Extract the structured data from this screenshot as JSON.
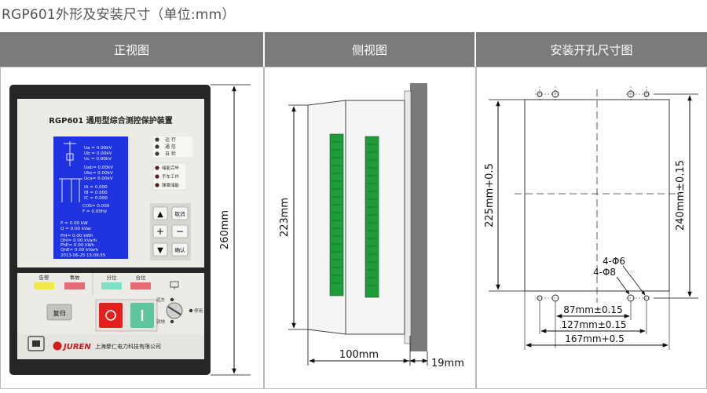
{
  "title": "RGP601外形及安装尺寸（单位:mm）",
  "headers": [
    "正视图",
    "侧视图",
    "安装开孔尺寸图"
  ],
  "front": {
    "device_title": "RGP601 通用型综合测控保护装置",
    "brand": "JUREN",
    "company": "上海聚仁电力科技有限公司",
    "lcd_lines": [
      "Ua = 0.00kV",
      "Ub = 0.00kV",
      "Uc = 0.00kV",
      "Uab= 0.00kV",
      "Ubc= 0.00kV",
      "Uca= 0.00kV",
      "IA = 0.000",
      "IB = 0.000",
      "IC = 0.000",
      "COS= 0.000",
      "F = 0.00Hz",
      "P = 0.00 kW",
      "Q = 0.00 kVar",
      "PhI= 0.00 kWh",
      "QhI= 0.00 kVarh",
      "PhE= 0.00 kWh",
      "QhE= 0.00 kVarh"
    ],
    "lcd_datetime": "2013-06-25 15:09:55",
    "indicators": [
      "运 行",
      "通 信",
      "自 检"
    ],
    "status_leds": [
      "储能完毕",
      "手车工作",
      "弹簧储能"
    ],
    "keys": {
      "up": "▲",
      "cancel": "取消",
      "plus": "+",
      "minus": "−",
      "down": "▼",
      "confirm": "确认"
    },
    "lamp_labels": [
      "告警",
      "事故",
      "分位",
      "合位"
    ],
    "reset_label": "复归",
    "switch_labels": [
      "远方",
      "就地",
      "停用"
    ],
    "dim_height": "260mm"
  },
  "side": {
    "dim_height": "223mm",
    "dim_depth": "100mm",
    "dim_panel": "19mm"
  },
  "cutout": {
    "dim_cut_h": "225mm+0.5",
    "dim_hole_span": "240mm±0.15",
    "hole_label_1": "4-Φ6",
    "hole_label_2": "4-Φ8",
    "dim_87": "87mm±0.15",
    "dim_127": "127mm±0.15",
    "dim_167": "167mm+0.5"
  }
}
